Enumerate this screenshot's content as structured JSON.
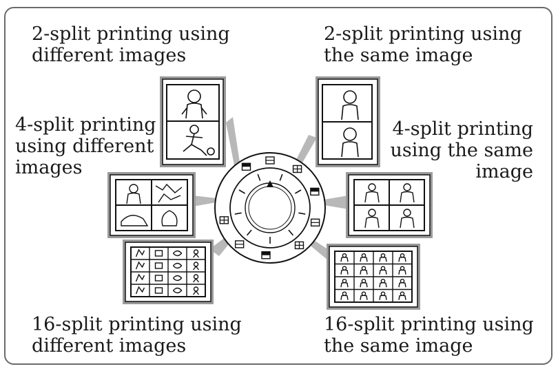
{
  "labels": {
    "tl": [
      "2-split printing using",
      "different images"
    ],
    "tr": [
      "2-split printing using",
      "the same image"
    ],
    "ml": [
      "4-split printing",
      "using different",
      "images"
    ],
    "mr": [
      "4-split printing",
      "using the same",
      "image"
    ],
    "bl": [
      "16-split printing using",
      "different images"
    ],
    "br": [
      "16-split printing using",
      "the same image"
    ]
  },
  "colors": {
    "frame": "#6a6a6a",
    "pointer": "#b4b4b4",
    "card_shadow": "#9a9a9a",
    "line": "#111111"
  },
  "dial": {
    "icons": [
      "2-split-different-icon",
      "top-mode-icon",
      "2-split-same-icon",
      "4-split-same-icon",
      "16-split-same-icon",
      "16-split-dark-icon",
      "split-small-icon",
      "16-split-different-icon",
      "4-split-different-icon"
    ]
  }
}
